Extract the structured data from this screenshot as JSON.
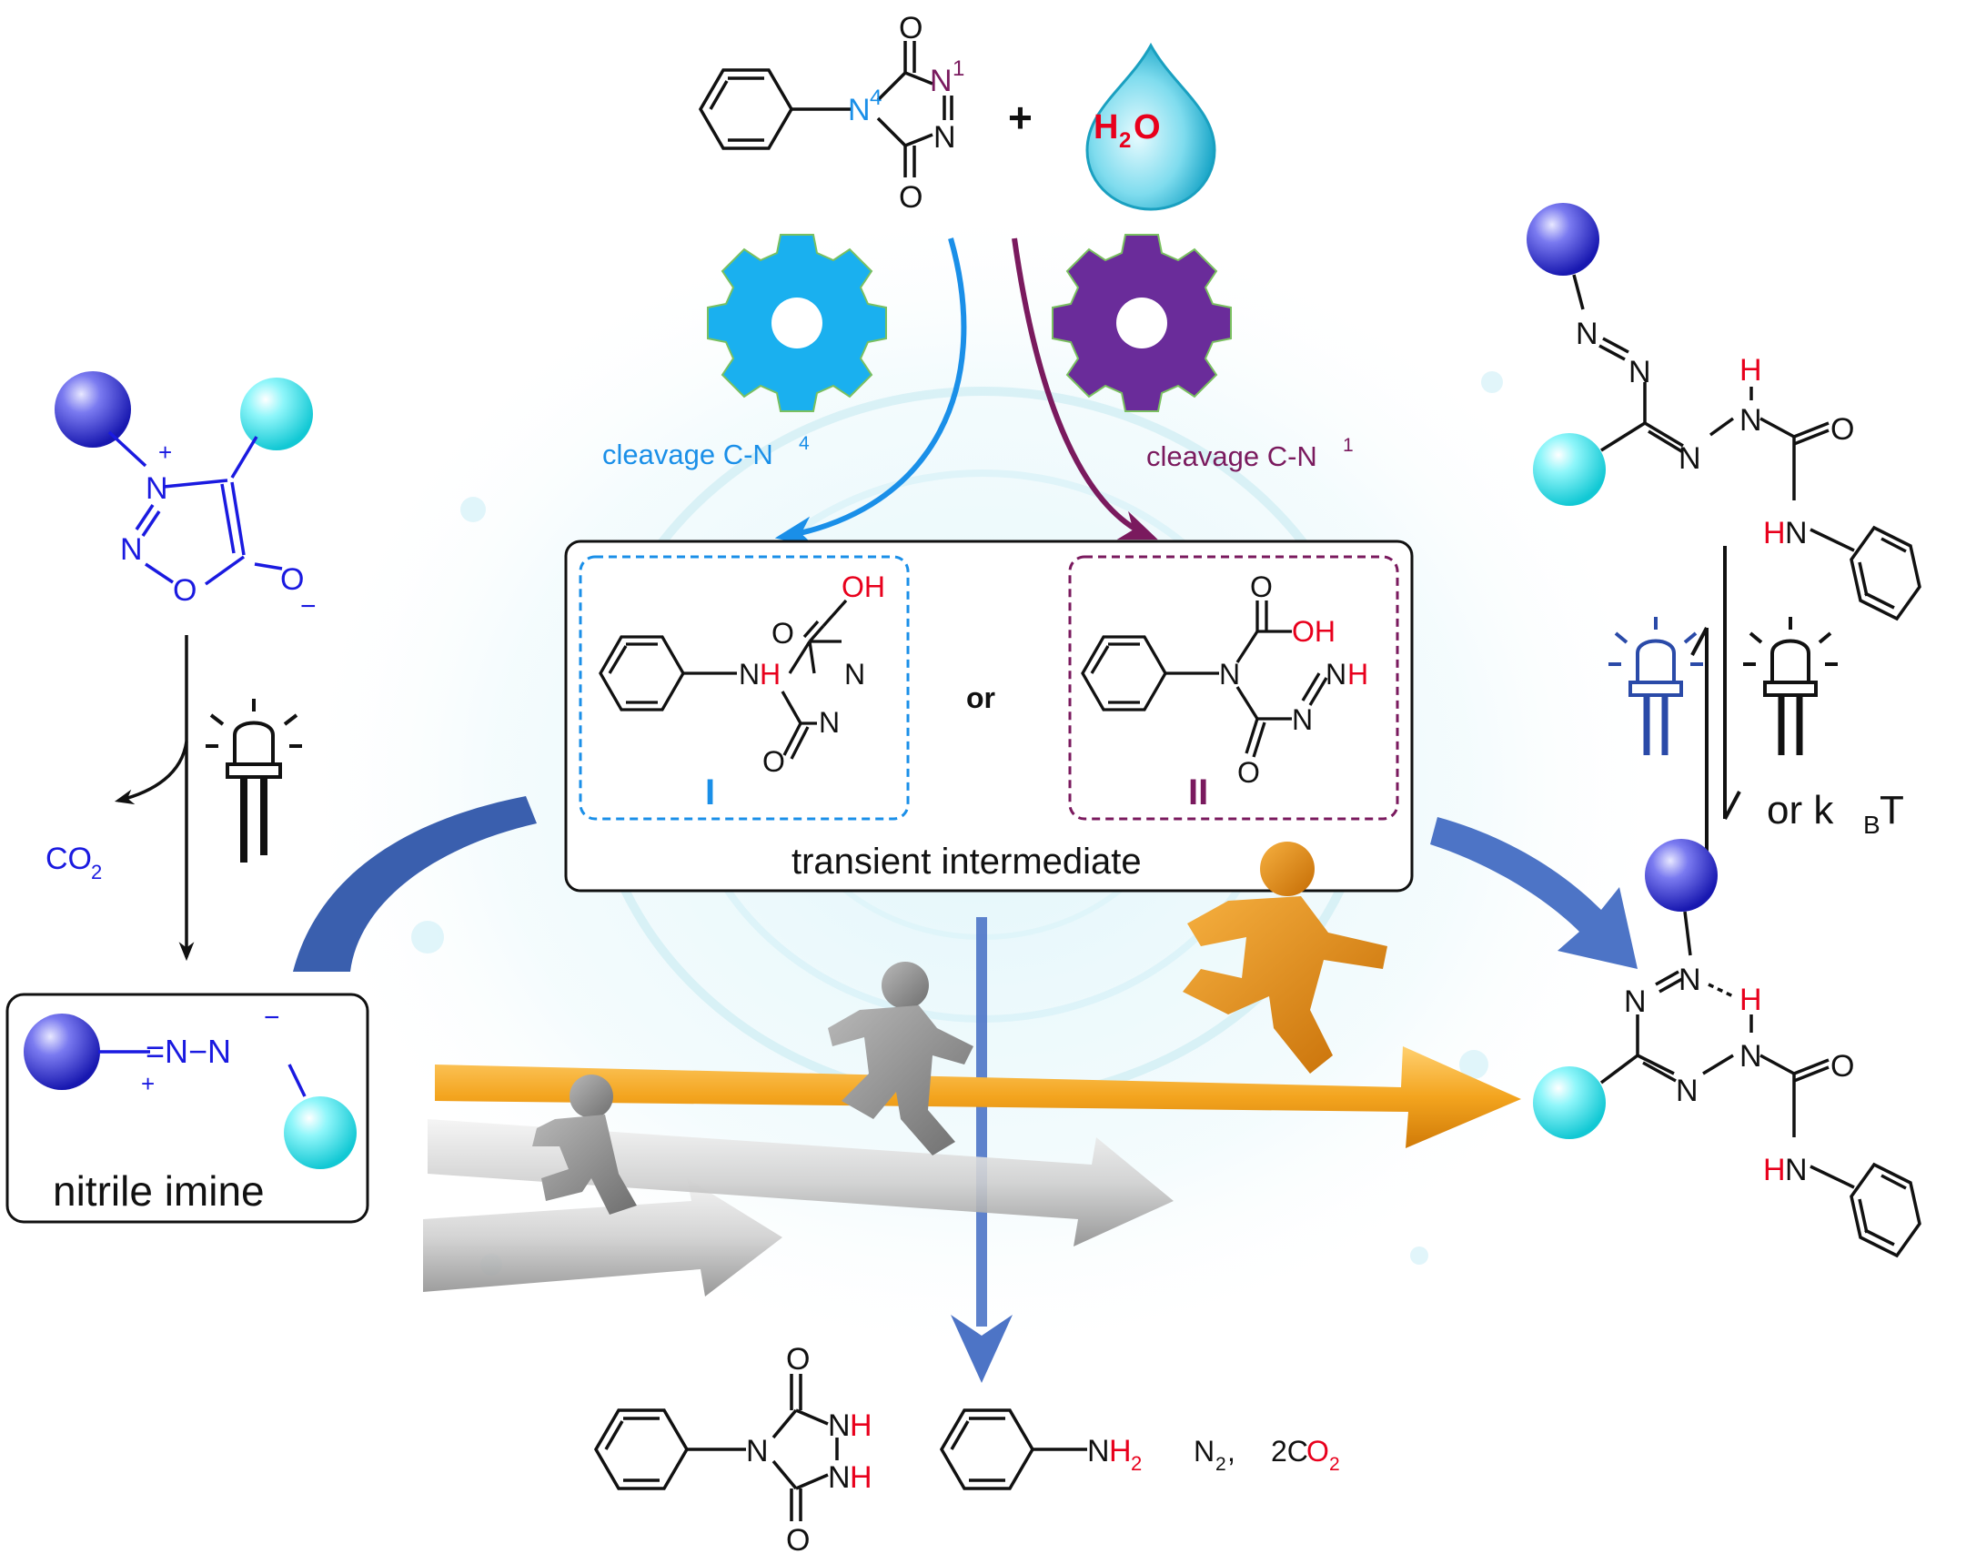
{
  "colors": {
    "blue": "#1a8fe8",
    "purple": "#7a1a5e",
    "red": "#e8001c",
    "dark_blue_struct": "#1a1ae0",
    "cyan_ball": "#33e6ee",
    "navy_ball": "#3a3ad0",
    "gear_blue": "#1ab0ef",
    "gear_purple": "#6a2c9a",
    "big_arrow": "#3a5fae",
    "orange": "#f0a020",
    "gray": "#9a9a9a"
  },
  "reagents": {
    "n4_label": "N",
    "n4_sup": "4",
    "n1_label": "N",
    "n1_sup": "1",
    "oxygen": "O",
    "nitrogen": "N",
    "plus": "+",
    "water_h": "H",
    "water_sub": "2",
    "water_o": "O"
  },
  "pathways": {
    "left_label": "cleavage C-N",
    "left_sup": "4",
    "right_label": "cleavage C-N",
    "right_sup": "1"
  },
  "intermediate": {
    "caption": "transient intermediate",
    "or_text": "or",
    "label_I": "I",
    "label_II": "II",
    "oh": "OH",
    "nh_n": "N",
    "nh_h": "H",
    "n": "N",
    "o": "O"
  },
  "sydnone": {
    "n_plus": "N",
    "plus": "+",
    "n": "N",
    "o": "O",
    "o_minus": "O",
    "minus": "−",
    "co2": "CO",
    "co2_sub": "2"
  },
  "nitrile_imine": {
    "caption": "nitrile imine",
    "chain": "=N−N",
    "plus": "+",
    "minus": "−"
  },
  "right_top": {
    "n": "N",
    "h": "H",
    "o": "O",
    "hn_h": "H",
    "hn_n": "N"
  },
  "right_conditions": {
    "or_text": "or k",
    "sub": "B",
    "tail": "T"
  },
  "right_bottom": {
    "n": "N",
    "h": "H",
    "o": "O",
    "hn_h": "H",
    "hn_n": "N"
  },
  "byproducts": {
    "urazole_n": "N",
    "nh_n": "N",
    "nh_h": "H",
    "o": "O",
    "aniline_n": "N",
    "aniline_h": "H",
    "aniline_sub": "2",
    "n2": "N",
    "n2_sub": "2",
    "n2_comma": ",",
    "co2_coef": "2C",
    "co2_o": "O",
    "co2_sub": "2"
  }
}
